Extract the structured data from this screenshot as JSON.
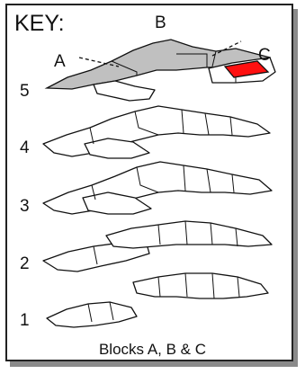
{
  "key": {
    "title": "KEY:",
    "block_labels": {
      "a": "A",
      "b": "B",
      "c": "C"
    },
    "colors": {
      "block_a_b": "#c0c0c0",
      "block_c_highlight": "#ff1010"
    }
  },
  "levels": [
    "5",
    "4",
    "3",
    "2",
    "1"
  ],
  "caption": "Blocks A, B & C"
}
